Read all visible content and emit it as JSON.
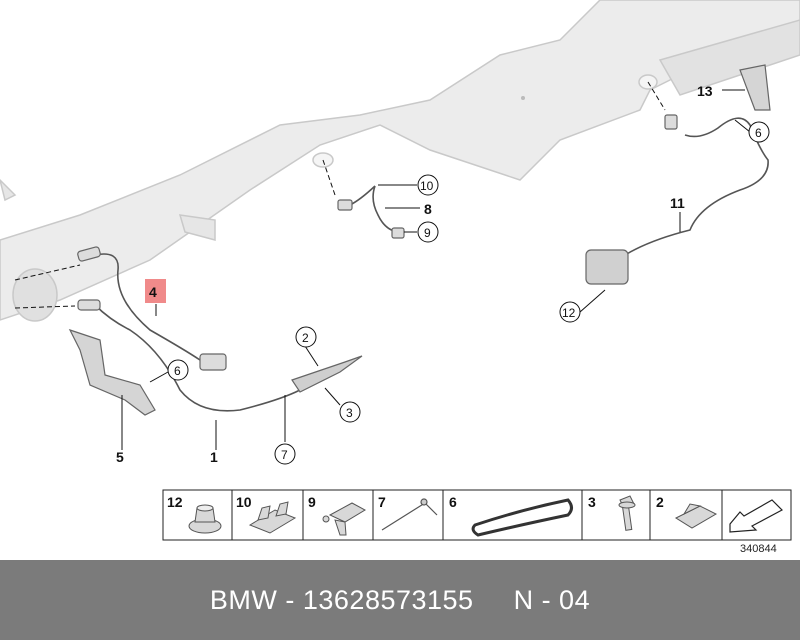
{
  "callouts": {
    "c1": "1",
    "c2": "2",
    "c3": "3",
    "c4": "4",
    "c5": "5",
    "c6a": "6",
    "c6b": "6",
    "c7": "7",
    "c8": "8",
    "c9": "9",
    "c10": "10",
    "c11": "11",
    "c12": "12",
    "c13": "13"
  },
  "highlight_color": "#f08a8a",
  "legend": [
    "12",
    "10",
    "9",
    "7",
    "6",
    "3",
    "2"
  ],
  "reference_number": "340844",
  "footer": {
    "brand_part": "BMW - 13628573155",
    "page": "N - 04"
  }
}
